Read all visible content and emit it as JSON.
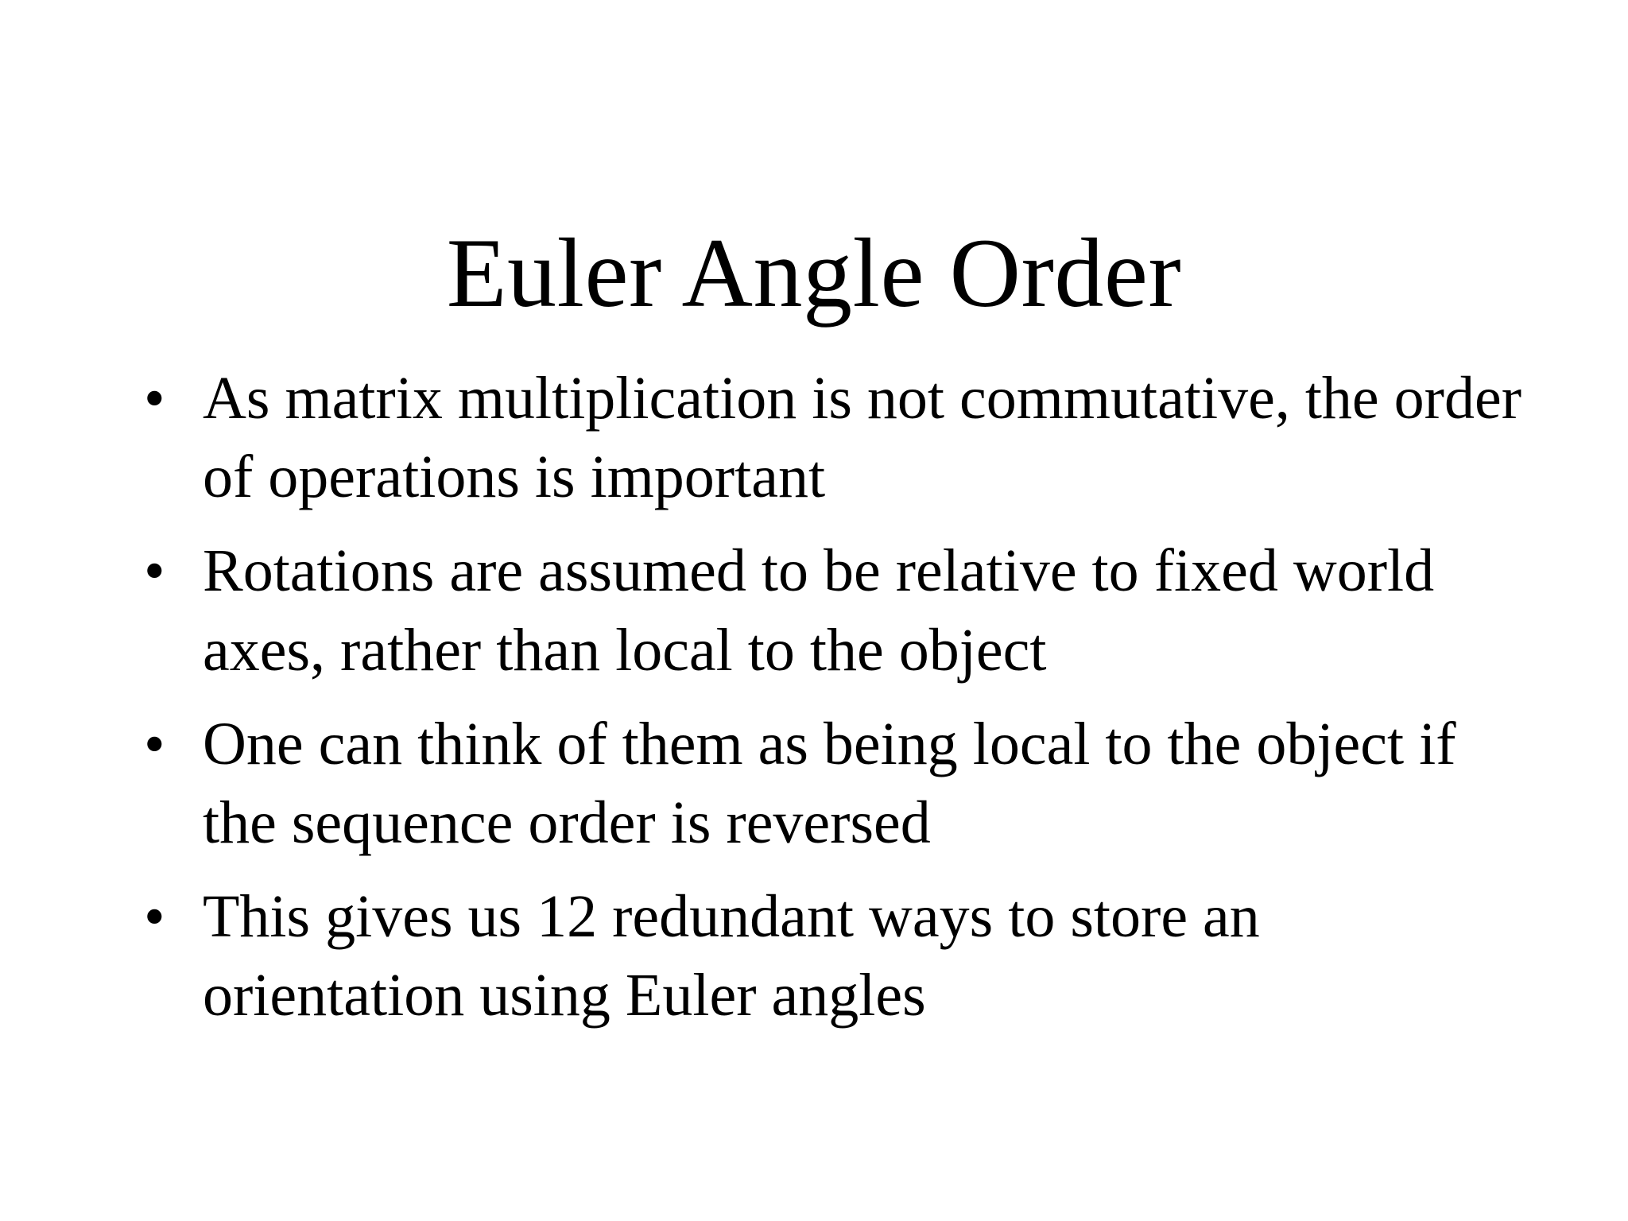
{
  "slide": {
    "title": "Euler Angle Order",
    "background_color": "#ffffff",
    "text_color": "#000000",
    "bullet_glyph": "•",
    "bullets": [
      {
        "text": "As matrix multiplication is not commutative, the order of operations is important"
      },
      {
        "text": "Rotations are assumed to be relative to fixed world axes, rather than local to the object"
      },
      {
        "text": "One can think of them as being local to the object if the sequence order is reversed"
      },
      {
        "text": "This gives us 12 redundant ways to store an orientation using Euler angles"
      }
    ]
  }
}
